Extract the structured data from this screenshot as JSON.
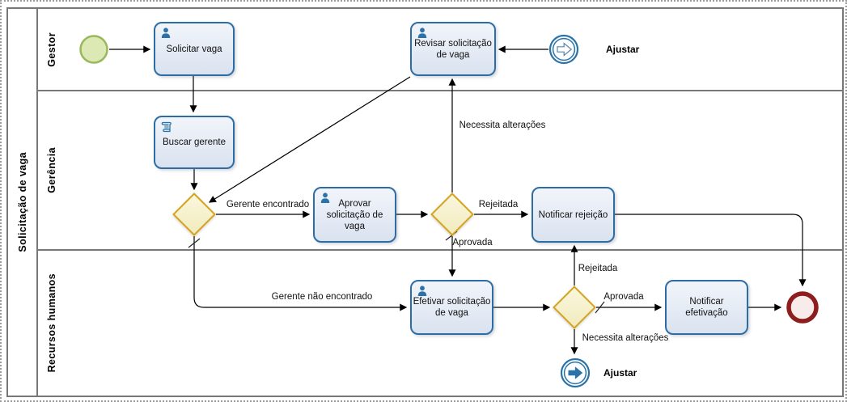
{
  "pool": {
    "title": "Solicitação de vaga",
    "lanes": [
      {
        "label": "Gestor"
      },
      {
        "label": "Gerência"
      },
      {
        "label": "Recursos humanos"
      }
    ]
  },
  "nodes": {
    "start_event": {
      "type": "start-event"
    },
    "solicitar_vaga": {
      "label": "Solicitar vaga",
      "icon": "user-icon"
    },
    "revisar_solicitacao": {
      "label": "Revisar solicitação de vaga",
      "icon": "user-icon"
    },
    "ajustar_catch": {
      "label": "Ajustar",
      "icon": "link-catch-arrow-icon"
    },
    "buscar_gerente": {
      "label": "Buscar gerente",
      "icon": "script-icon"
    },
    "aprovar_solicitacao": {
      "label": "Aprovar solicitação de vaga",
      "icon": "user-icon"
    },
    "notificar_rejeicao": {
      "label": "Notificar rejeição"
    },
    "efetivar_solicitacao": {
      "label": "Efetivar solicitação de vaga",
      "icon": "user-icon"
    },
    "notificar_efetivacao": {
      "label": "Notificar efetivação"
    },
    "ajustar_throw": {
      "label": "Ajustar",
      "icon": "link-throw-arrow-icon"
    },
    "gateway_gerente": {
      "type": "exclusive-gateway"
    },
    "gateway_aprovacao": {
      "type": "exclusive-gateway"
    },
    "gateway_efetivacao": {
      "type": "exclusive-gateway"
    },
    "end_event": {
      "type": "end-event"
    }
  },
  "flow_labels": {
    "gerente_encontrado": "Gerente encontrado",
    "gerente_nao_encontrado": "Gerente não encontrado",
    "necessita_alteracoes_gerencia": "Necessita alterações",
    "rejeitada_gerencia": "Rejeitada",
    "aprovada_gerencia": "Aprovada",
    "rejeitada_rh": "Rejeitada",
    "aprovada_rh": "Aprovada",
    "necessita_alteracoes_rh": "Necessita alterações"
  },
  "colors": {
    "task_border": "#2e6da4",
    "task_fill": "#e5ebf5",
    "gateway_border": "#d4a41c",
    "gateway_fill": "#f6f0c9",
    "start_event_border": "#98b85a",
    "start_event_fill": "#dce9b4",
    "end_event_border": "#8e1d1d",
    "end_event_fill": "#f8ecea",
    "link_event_blue": "#2a72a8",
    "lane_border": "#787878",
    "flow_line": "#000000"
  }
}
